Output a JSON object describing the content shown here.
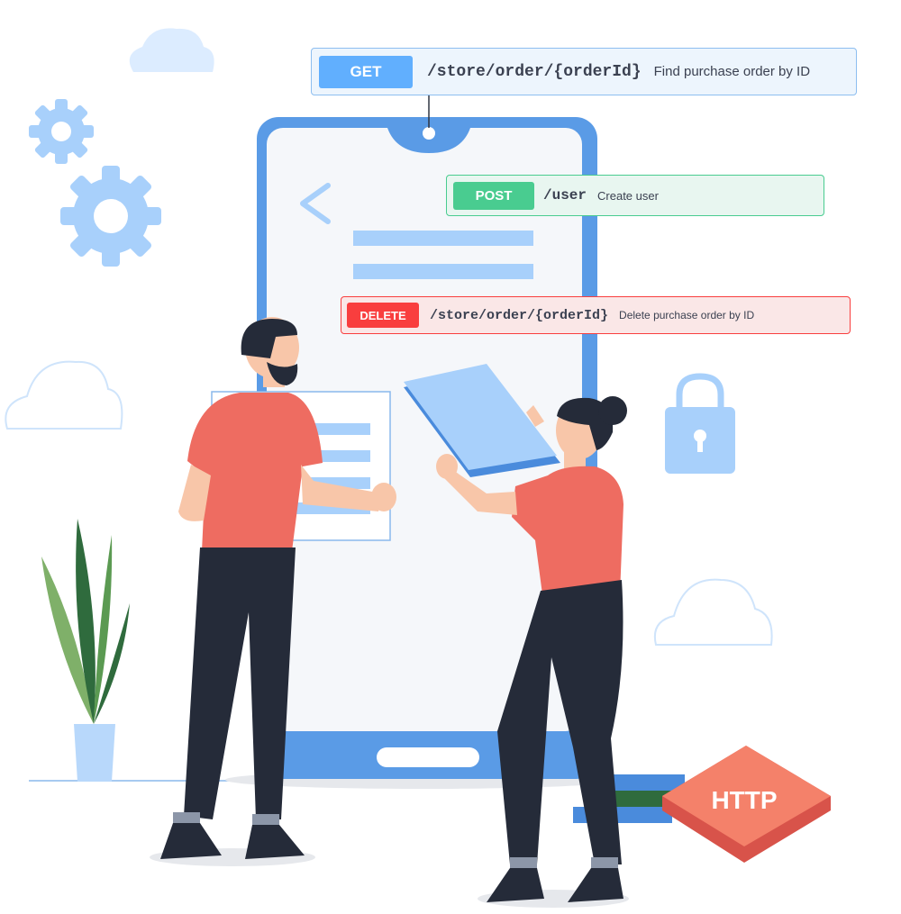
{
  "colors": {
    "get": "#61affe",
    "post": "#49cc90",
    "delete": "#f93e3e",
    "phone_frame": "#5a9be6",
    "shirt": "#ee6c61",
    "pants": "#252b39",
    "accent_light": "#a8d0fb",
    "http_badge": "#f4816a"
  },
  "endpoints": {
    "get": {
      "method": "GET",
      "path": "/store/order/{orderId}",
      "summary": "Find purchase order by ID"
    },
    "post": {
      "method": "POST",
      "path": "/user",
      "summary": "Create user"
    },
    "delete": {
      "method": "DELETE",
      "path": "/store/order/{orderId}",
      "summary": "Delete purchase order by ID"
    }
  },
  "badge": {
    "label": "HTTP"
  },
  "icons": [
    "gear-icon",
    "lock-icon",
    "cloud-icon",
    "back-chevron-icon",
    "plant-icon"
  ]
}
